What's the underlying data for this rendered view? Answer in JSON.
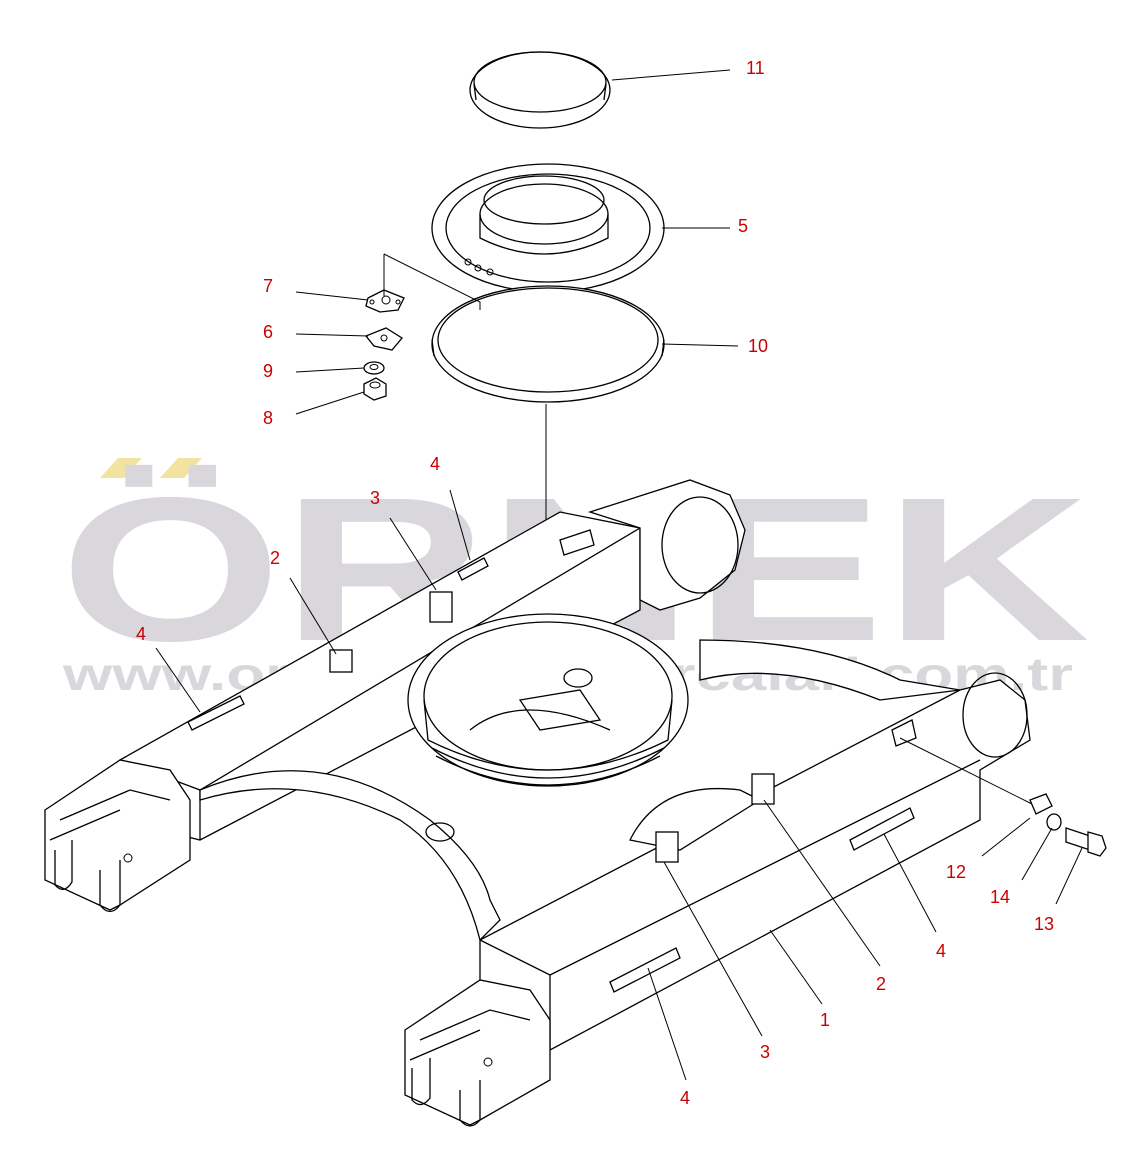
{
  "watermark": {
    "brand": "ÖRNEK",
    "url": "www.orneksanayiparcalari.com.tr",
    "brand_color": "#d9d7dc",
    "accent_color": "#f3e3a0"
  },
  "colors": {
    "callout": "#cc0000",
    "line": "#000000"
  },
  "callouts": [
    {
      "id": "c11",
      "label": "11"
    },
    {
      "id": "c5",
      "label": "5"
    },
    {
      "id": "c10",
      "label": "10"
    },
    {
      "id": "c7",
      "label": "7"
    },
    {
      "id": "c6",
      "label": "6"
    },
    {
      "id": "c9",
      "label": "9"
    },
    {
      "id": "c8",
      "label": "8"
    },
    {
      "id": "c4a",
      "label": "4"
    },
    {
      "id": "c3a",
      "label": "3"
    },
    {
      "id": "c2a",
      "label": "2"
    },
    {
      "id": "c4b",
      "label": "4"
    },
    {
      "id": "c12",
      "label": "12"
    },
    {
      "id": "c14",
      "label": "14"
    },
    {
      "id": "c13",
      "label": "13"
    },
    {
      "id": "c4c",
      "label": "4"
    },
    {
      "id": "c2b",
      "label": "2"
    },
    {
      "id": "c1",
      "label": "1"
    },
    {
      "id": "c3b",
      "label": "3"
    },
    {
      "id": "c4d",
      "label": "4"
    }
  ]
}
